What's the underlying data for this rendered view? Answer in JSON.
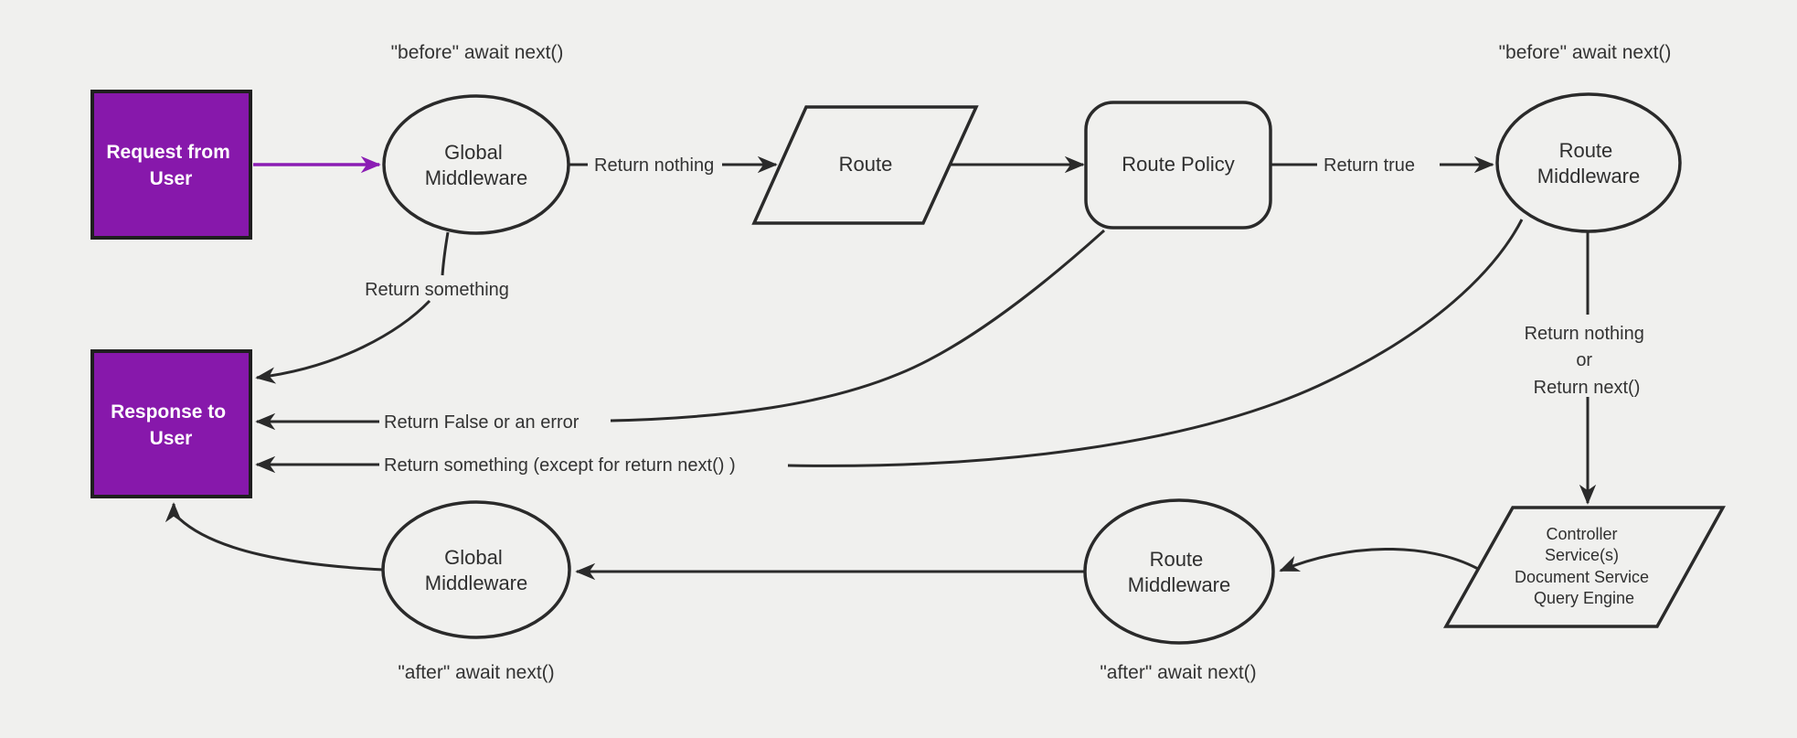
{
  "colors": {
    "canvas_bg": "#f0f0ee",
    "node_stroke": "#2a2a2a",
    "dark_border": "#1f1f1f",
    "purple": "#8718ab",
    "purple_arrow": "#8b1db4",
    "label_color": "#333333",
    "node_text": "#2f2f2f"
  },
  "nodes": {
    "request_from_user": {
      "lines": [
        "Request from",
        "User"
      ]
    },
    "response_to_user": {
      "lines": [
        "Response to",
        "User"
      ]
    },
    "global_middleware_top": {
      "lines": [
        "Global",
        "Middleware"
      ]
    },
    "route": {
      "label": "Route"
    },
    "route_policy": {
      "label": "Route Policy"
    },
    "route_middleware_top": {
      "lines": [
        "Route",
        "Middleware"
      ]
    },
    "controller_services": {
      "lines": [
        "Controller",
        "Service(s)",
        "Document Service",
        "Query Engine"
      ]
    },
    "route_middleware_bottom": {
      "lines": [
        "Route",
        "Middleware"
      ]
    },
    "global_middleware_bottom": {
      "lines": [
        "Global",
        "Middleware"
      ]
    }
  },
  "annotations": {
    "before_await_left": "\"before\" await next()",
    "before_await_right": "\"before\" await next()",
    "after_await_left": "\"after\" await next()",
    "after_await_right": "\"after\" await next()"
  },
  "edge_labels": {
    "return_nothing": "Return nothing",
    "return_true": "Return true",
    "return_something": "Return something",
    "return_nothing_or": [
      "Return nothing",
      "or",
      "Return next()"
    ],
    "return_false_error": "Return False or an error",
    "return_something_except": "Return something (except for return next() )"
  }
}
